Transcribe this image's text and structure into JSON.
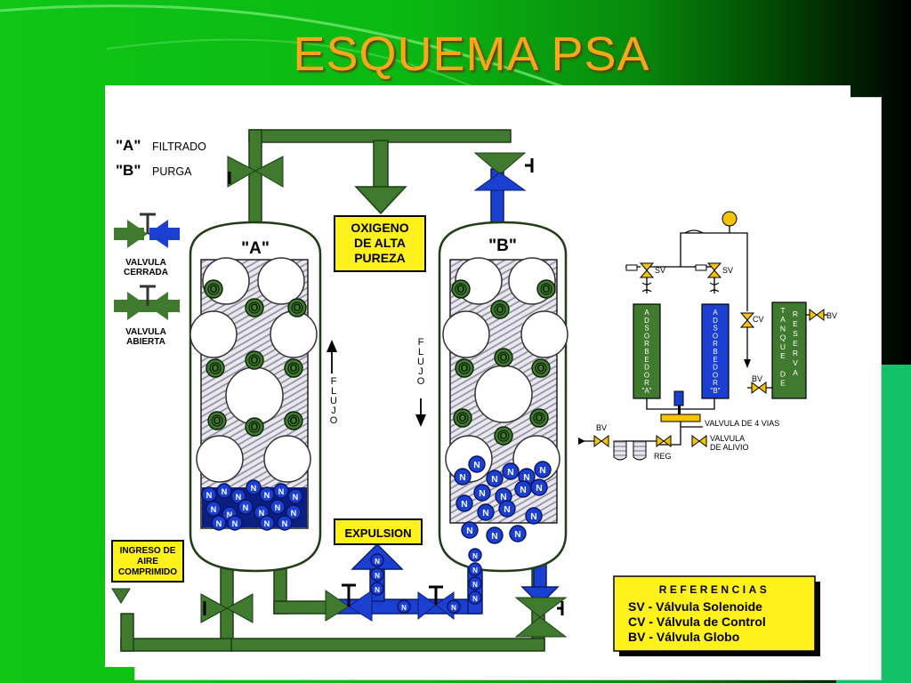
{
  "slide": {
    "title": "ESQUEMA PSA"
  },
  "legend": {
    "a_key": "\"A\"",
    "a_text": "FILTRADO",
    "b_key": "\"B\"",
    "b_text": "PURGA",
    "closed_1": "VALVULA",
    "closed_2": "CERRADA",
    "open_1": "VALVULA",
    "open_2": "ABIERTA"
  },
  "vessels": {
    "a_label": "\"A\"",
    "b_label": "\"B\"",
    "flow_letters": [
      "F",
      "L",
      "U",
      "J",
      "O"
    ],
    "molecule_o": "O",
    "molecule_n": "N"
  },
  "boxes": {
    "oxygen_1": "OXIGENO",
    "oxygen_2": "DE ALTA",
    "oxygen_3": "PUREZA",
    "expulsion": "EXPULSION",
    "air_1": "INGRESO DE",
    "air_2": "AIRE",
    "air_3": "COMPRIMIDO"
  },
  "small_diagram": {
    "sv": "SV",
    "cv": "CV",
    "bv": "BV",
    "reg": "REG",
    "adsorbedor_a": [
      "A",
      "D",
      "S",
      "O",
      "R",
      "B",
      "E",
      "D",
      "O",
      "R",
      "\"A\""
    ],
    "adsorbedor_b": [
      "A",
      "D",
      "S",
      "O",
      "R",
      "B",
      "E",
      "D",
      "O",
      "R",
      "\"B\""
    ],
    "tanque_col1": [
      "T",
      "A",
      "N",
      "Q",
      "U",
      "E",
      "",
      "D",
      "E"
    ],
    "tanque_col2": [
      "R",
      "E",
      "S",
      "E",
      "R",
      "V",
      "A"
    ],
    "valve4": "VALVULA DE 4 VIAS",
    "relief_1": "VALVULA",
    "relief_2": "DE ALIVIO"
  },
  "references": {
    "title": "REFERENCIAS",
    "items": [
      "SV  -  Válvula Solenoide",
      "CV  -  Válvula de Control",
      "BV  -  Válvula Globo"
    ]
  },
  "colors": {
    "pipe": "#3f7a2e",
    "blue": "#1b3fd0",
    "yellow": "#fff21c",
    "orange": "#f5a91a"
  }
}
